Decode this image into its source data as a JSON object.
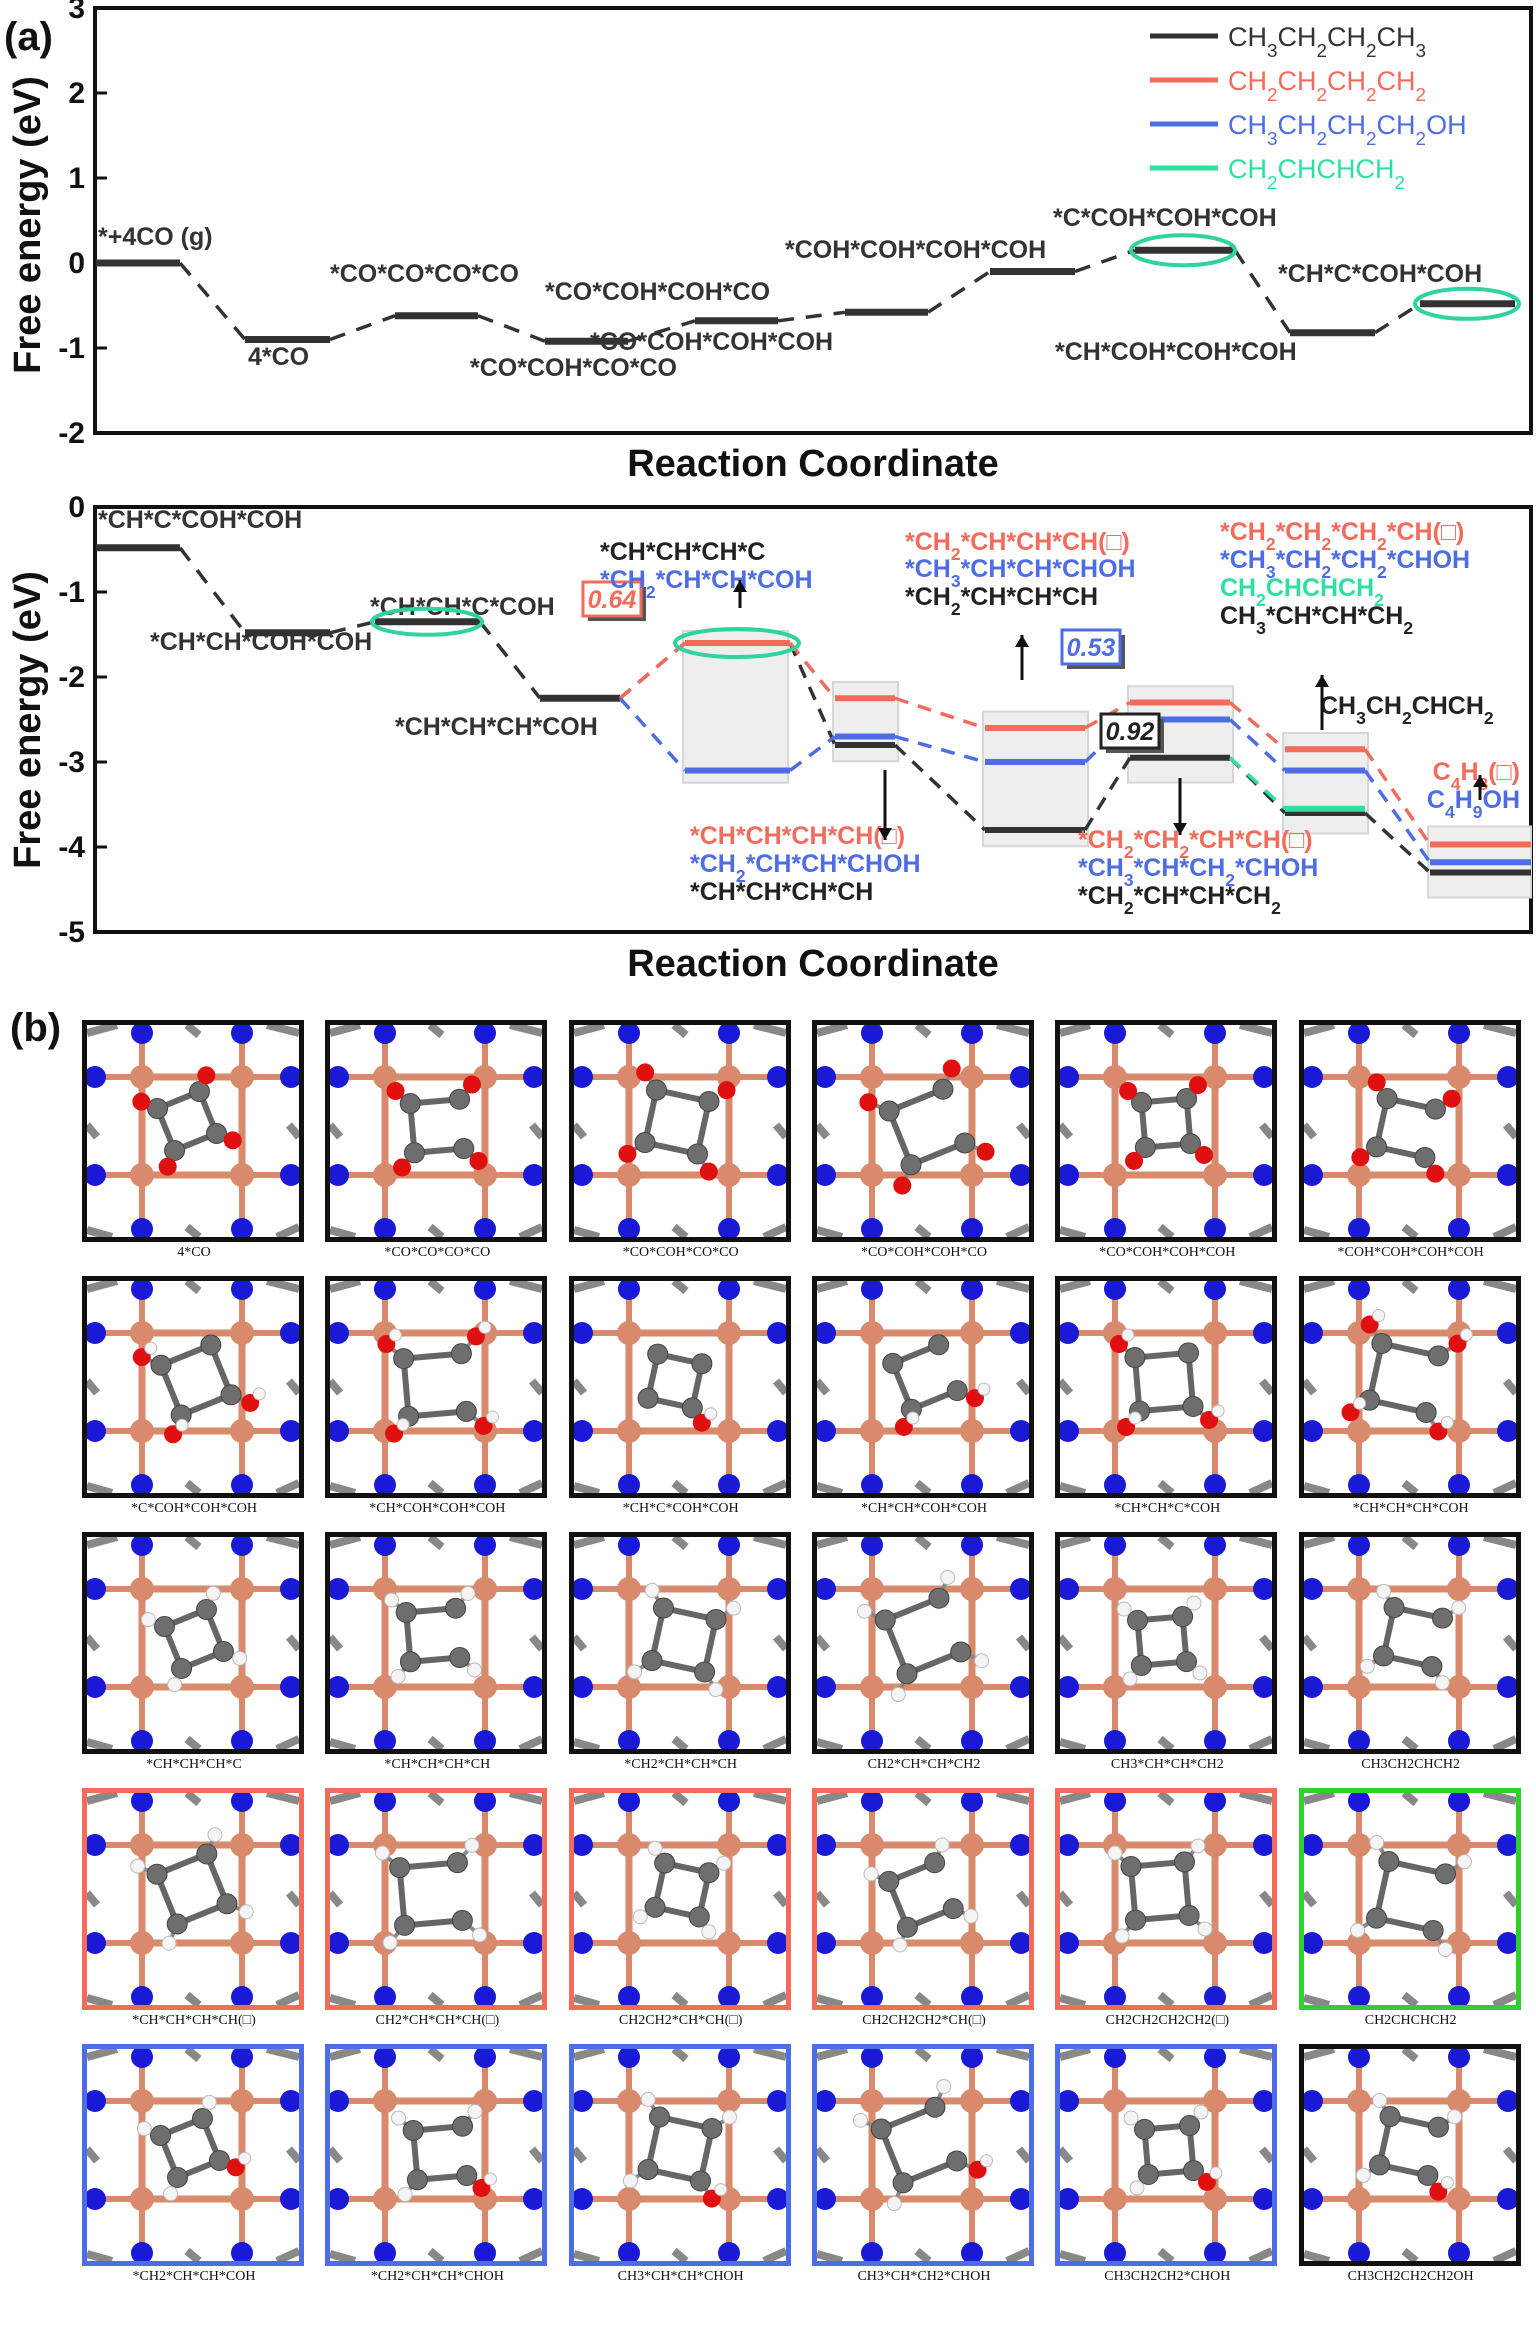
{
  "chart_data": [
    {
      "panel": "(a)",
      "type": "line",
      "subtype": "free-energy-diagram",
      "xlabel": "Reaction Coordinate",
      "ylabel": "Free energy (eV)",
      "ylim": [
        -2,
        3
      ],
      "yticks": [
        "3",
        "2",
        "1",
        "0",
        "-1",
        "-2"
      ],
      "legend": {
        "placement": "top-right",
        "entries": [
          {
            "label": "CH3CH2CH2CH3",
            "color": "#333333"
          },
          {
            "label": "CH2CH2CH2CH2",
            "color": "#f26b5b"
          },
          {
            "label": "CH3CH2CH2CH2OH",
            "color": "#4d6ce6"
          },
          {
            "label": "CH2CHCHCH2",
            "color": "#2ee0a0"
          }
        ]
      },
      "states": [
        {
          "label": "*+4CO (g)",
          "y": 0.0
        },
        {
          "label": "4*CO",
          "y": -0.9
        },
        {
          "label": "*CO*CO*CO*CO",
          "y": -0.62
        },
        {
          "label": "*CO*COH*CO*CO",
          "y": -0.92
        },
        {
          "label": "*CO*COH*COH*CO",
          "y": -0.68
        },
        {
          "label": "*CO*COH*COH*COH",
          "y": -0.58
        },
        {
          "label": "*COH*COH*COH*COH",
          "y": -0.1
        },
        {
          "label": "*C*COH*COH*COH",
          "y": 0.15
        },
        {
          "label": "*CH*COH*COH*COH",
          "y": -0.82
        },
        {
          "label": "*CH*C*COH*COH",
          "y": -0.48
        }
      ]
    },
    {
      "panel": "(a) lower",
      "type": "line",
      "subtype": "free-energy-diagram",
      "xlabel": "Reaction Coordinate",
      "ylabel": "Free energy (eV)",
      "ylim": [
        -5,
        0
      ],
      "yticks": [
        "0",
        "-1",
        "-2",
        "-3",
        "-4",
        "-5"
      ],
      "shared_states": [
        {
          "label": "*CH*C*COH*COH",
          "y": -0.48
        },
        {
          "label": "*CH*CH*COH*COH",
          "y": -1.48
        },
        {
          "label": "*CH*CH*C*COH",
          "y": -1.35
        },
        {
          "label": "*CH*CH*CH*COH",
          "y": -2.25
        }
      ],
      "series": [
        {
          "name": "CH3CH2CH2CH3",
          "color": "#333333",
          "values": [
            -1.6,
            -2.8,
            -3.8,
            -2.95,
            -3.6,
            -4.3
          ]
        },
        {
          "name": "CH2CH2CH2CH2",
          "color": "#f26b5b",
          "values": [
            -1.6,
            -2.25,
            -2.6,
            -2.3,
            -2.85,
            -3.97
          ]
        },
        {
          "name": "CH3CH2CH2CH2OH",
          "color": "#4d6ce6",
          "values": [
            -3.1,
            -2.7,
            -3.0,
            -2.5,
            -3.1,
            -4.18
          ]
        },
        {
          "name": "CH2CHCHCH2",
          "color": "#2ee0a0",
          "values": [
            null,
            null,
            null,
            null,
            -3.55,
            null
          ]
        }
      ],
      "barrier_labels": [
        "0.64",
        "0.53",
        "0.92"
      ],
      "annotations": [
        {
          "lines": [
            {
              "text": "*CH*CH*CH*C",
              "color": "#222222"
            },
            {
              "text": "*CH2*CH*CH*COH",
              "color": "#4d6ce6"
            }
          ]
        },
        {
          "lines": [
            {
              "text": "*CH2*CH*CH*CH(□)",
              "color": "#f26b5b"
            },
            {
              "text": "*CH3*CH*CH*CHOH",
              "color": "#4d6ce6"
            },
            {
              "text": "*CH2*CH*CH*CH",
              "color": "#222222"
            }
          ]
        },
        {
          "lines": [
            {
              "text": "*CH2*CH2*CH2*CH(□)",
              "color": "#f26b5b"
            },
            {
              "text": "*CH3*CH2*CH2*CHOH",
              "color": "#4d6ce6"
            },
            {
              "text": "CH2CHCHCH2",
              "color": "#2ee0a0"
            },
            {
              "text": "CH3*CH*CH*CH2",
              "color": "#222222"
            }
          ]
        },
        {
          "lines": [
            {
              "text": "*CH*CH*CH*CH(□)",
              "color": "#f26b5b"
            },
            {
              "text": "*CH2*CH*CH*CHOH",
              "color": "#4d6ce6"
            },
            {
              "text": "*CH*CH*CH*CH",
              "color": "#222222"
            }
          ]
        },
        {
          "lines": [
            {
              "text": "*CH2*CH2*CH*CH(□)",
              "color": "#f26b5b"
            },
            {
              "text": "*CH3*CH*CH2*CHOH",
              "color": "#4d6ce6"
            },
            {
              "text": "*CH2*CH*CH*CH2",
              "color": "#222222"
            }
          ]
        },
        {
          "lines": [
            {
              "text": "CH3CH2CHCH2",
              "color": "#222222"
            }
          ]
        },
        {
          "lines": [
            {
              "text": "C4H8(□)",
              "color": "#f26b5b"
            },
            {
              "text": "C4H9OH",
              "color": "#4d6ce6"
            }
          ]
        }
      ]
    }
  ],
  "panel_b": {
    "label": "(b)",
    "rows": [
      {
        "frame_color": "#111111",
        "captions": [
          "4*CO",
          "*CO*CO*CO*CO",
          "*CO*COH*CO*CO",
          "*CO*COH*COH*CO",
          "*CO*COH*COH*COH",
          "*COH*COH*COH*COH"
        ]
      },
      {
        "frame_color": "#111111",
        "captions": [
          "*C*COH*COH*COH",
          "*CH*COH*COH*COH",
          "*CH*C*COH*COH",
          "*CH*CH*COH*COH",
          "*CH*CH*C*COH",
          "*CH*CH*CH*COH"
        ]
      },
      {
        "frame_color": "#111111",
        "captions": [
          "*CH*CH*CH*C",
          "*CH*CH*CH*CH",
          "*CH2*CH*CH*CH",
          "CH2*CH*CH*CH2",
          "CH3*CH*CH*CH2",
          "CH3CH2CHCH2"
        ]
      },
      {
        "frame_color": "#f26b5b",
        "last_frame_color": "#2ed02e",
        "captions": [
          "*CH*CH*CH*CH(□)",
          "CH2*CH*CH*CH(□)",
          "CH2CH2*CH*CH(□)",
          "CH2CH2CH2*CH(□)",
          "CH2CH2CH2CH2(□)",
          "CH2CHCHCH2"
        ]
      },
      {
        "frame_color": "#4d6ce6",
        "last_frame_color": "#111111",
        "captions": [
          "*CH2*CH*CH*COH",
          "*CH2*CH*CH*CHOH",
          "CH3*CH*CH*CHOH",
          "CH3*CH*CH2*CHOH",
          "CH3CH2CH2*CHOH",
          "CH3CH2CH2CH2OH"
        ]
      }
    ]
  }
}
